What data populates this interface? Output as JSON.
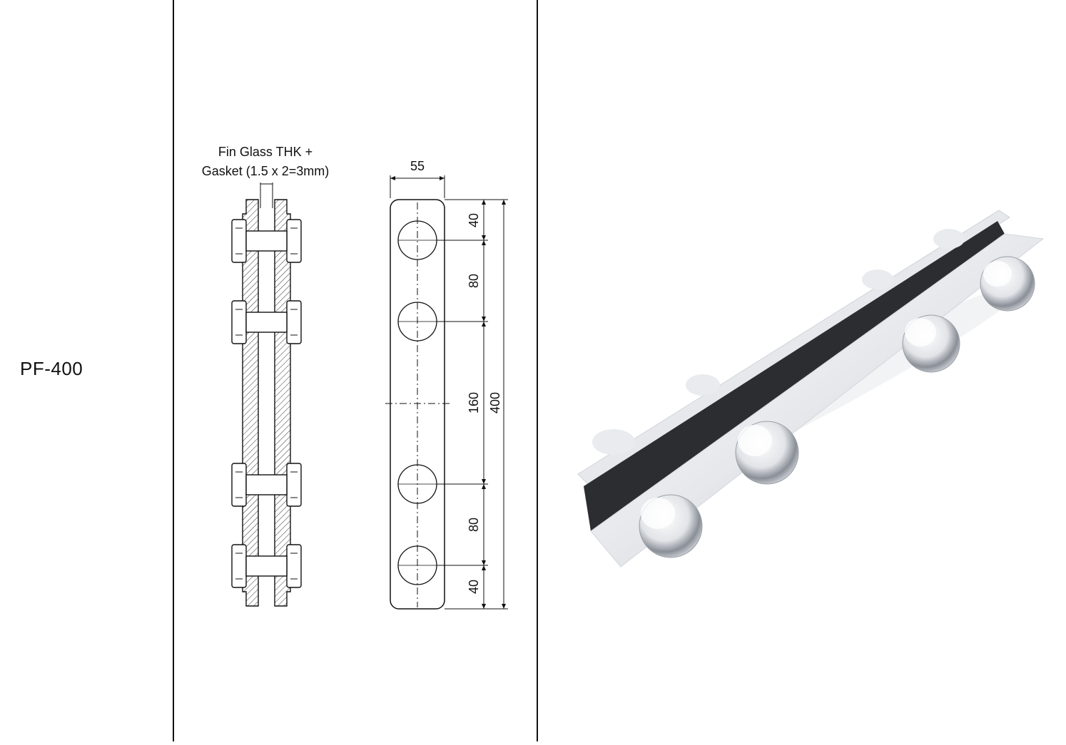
{
  "model": {
    "code": "PF-400"
  },
  "section_view": {
    "label_line1": "Fin Glass THK +",
    "label_line2": "Gasket (1.5 x 2=3mm)"
  },
  "front_view": {
    "width_dim": "55",
    "dims": [
      "40",
      "80",
      "160",
      "80",
      "40"
    ],
    "total_dim": "400"
  },
  "photo": {
    "subject": "polished stainless patch fitting with gasket and four bolts"
  }
}
